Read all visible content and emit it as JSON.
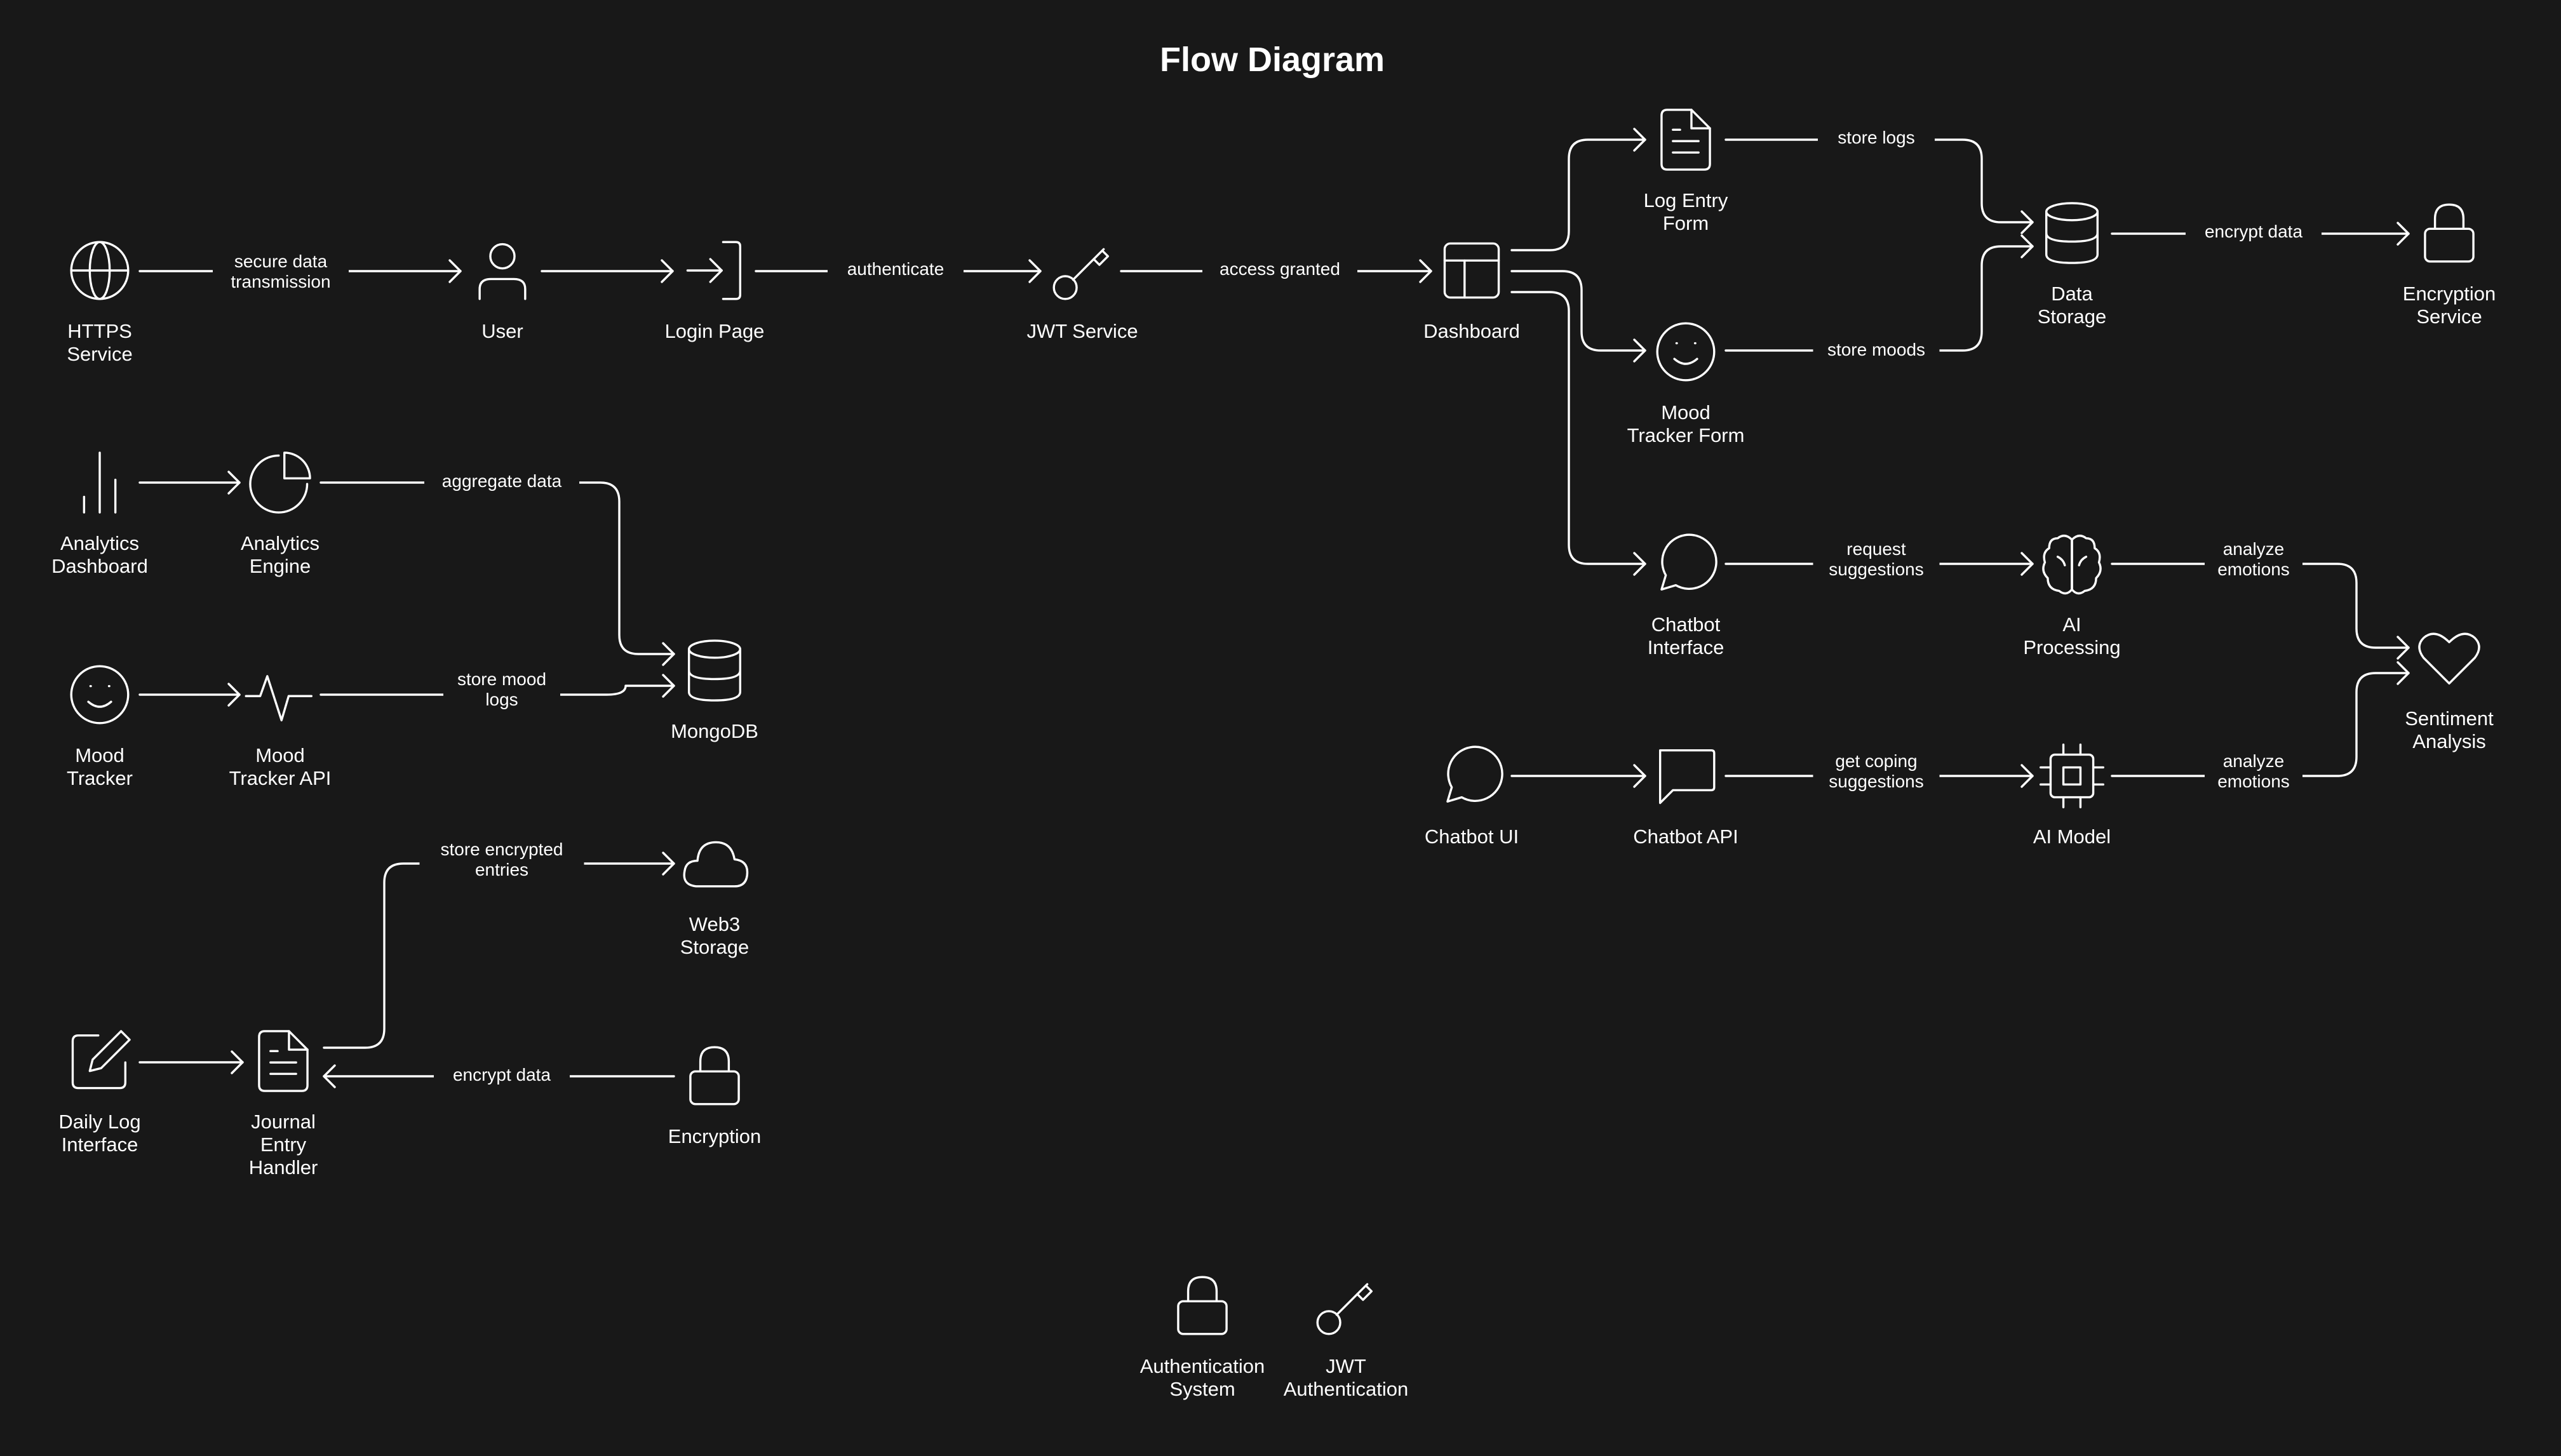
{
  "title": "Flow Diagram",
  "colors": {
    "background": "#181818",
    "stroke": "#ffffff",
    "text": "#ffffff"
  },
  "nodes": [
    {
      "id": "https",
      "icon": "globe-icon",
      "label": [
        "HTTPS",
        "Service"
      ]
    },
    {
      "id": "user",
      "icon": "user-icon",
      "label": [
        "User"
      ]
    },
    {
      "id": "login",
      "icon": "login-icon",
      "label": [
        "Login Page"
      ]
    },
    {
      "id": "jwt",
      "icon": "key-icon",
      "label": [
        "JWT Service"
      ]
    },
    {
      "id": "dashboard",
      "icon": "layout-icon",
      "label": [
        "Dashboard"
      ]
    },
    {
      "id": "logentry",
      "icon": "file-text-icon",
      "label": [
        "Log Entry",
        "Form"
      ]
    },
    {
      "id": "moodform",
      "icon": "smile-icon",
      "label": [
        "Mood",
        "Tracker Form"
      ]
    },
    {
      "id": "chatbot",
      "icon": "message-circle-icon",
      "label": [
        "Chatbot",
        "Interface"
      ]
    },
    {
      "id": "datastore",
      "icon": "database-icon",
      "label": [
        "Data",
        "Storage"
      ]
    },
    {
      "id": "encsvc",
      "icon": "lock-icon",
      "label": [
        "Encryption",
        "Service"
      ]
    },
    {
      "id": "aiproc",
      "icon": "brain-icon",
      "label": [
        "AI",
        "Processing"
      ]
    },
    {
      "id": "sentiment",
      "icon": "heart-icon",
      "label": [
        "Sentiment",
        "Analysis"
      ]
    },
    {
      "id": "chatui",
      "icon": "message-circle-icon",
      "label": [
        "Chatbot UI"
      ]
    },
    {
      "id": "chatapi",
      "icon": "message-square-icon",
      "label": [
        "Chatbot API"
      ]
    },
    {
      "id": "aimodel",
      "icon": "cpu-icon",
      "label": [
        "AI Model"
      ]
    },
    {
      "id": "anadash",
      "icon": "bar-chart-icon",
      "label": [
        "Analytics",
        "Dashboard"
      ]
    },
    {
      "id": "anaeng",
      "icon": "pie-chart-icon",
      "label": [
        "Analytics",
        "Engine"
      ]
    },
    {
      "id": "moodtrk",
      "icon": "smile-icon",
      "label": [
        "Mood",
        "Tracker"
      ]
    },
    {
      "id": "moodapi",
      "icon": "activity-icon",
      "label": [
        "Mood",
        "Tracker API"
      ]
    },
    {
      "id": "mongo",
      "icon": "database-icon",
      "label": [
        "MongoDB"
      ]
    },
    {
      "id": "web3",
      "icon": "cloud-icon",
      "label": [
        "Web3",
        "Storage"
      ]
    },
    {
      "id": "dailylog",
      "icon": "edit-icon",
      "label": [
        "Daily Log",
        "Interface"
      ]
    },
    {
      "id": "journal",
      "icon": "file-text-icon",
      "label": [
        "Journal",
        "Entry",
        "Handler"
      ]
    },
    {
      "id": "encryption",
      "icon": "lock-icon",
      "label": [
        "Encryption"
      ]
    },
    {
      "id": "authsys",
      "icon": "lock-icon",
      "label": [
        "Authentication",
        "System"
      ]
    },
    {
      "id": "jwtauth",
      "icon": "key-icon",
      "label": [
        "JWT",
        "Authentication"
      ]
    }
  ],
  "edges": [
    {
      "id": "https-user",
      "from": "https",
      "to": "user",
      "label": [
        "secure data",
        "transmission"
      ]
    },
    {
      "id": "user-login",
      "from": "user",
      "to": "login",
      "label": []
    },
    {
      "id": "login-jwt",
      "from": "login",
      "to": "jwt",
      "label": [
        "authenticate"
      ]
    },
    {
      "id": "jwt-dashboard",
      "from": "jwt",
      "to": "dashboard",
      "label": [
        "access granted"
      ]
    },
    {
      "id": "dashboard-logentry",
      "from": "dashboard",
      "to": "logentry",
      "label": []
    },
    {
      "id": "dashboard-moodform",
      "from": "dashboard",
      "to": "moodform",
      "label": []
    },
    {
      "id": "dashboard-chatbot",
      "from": "dashboard",
      "to": "chatbot",
      "label": []
    },
    {
      "id": "logentry-datastore",
      "from": "logentry",
      "to": "datastore",
      "label": [
        "store logs"
      ]
    },
    {
      "id": "moodform-datastore",
      "from": "moodform",
      "to": "datastore",
      "label": [
        "store moods"
      ]
    },
    {
      "id": "datastore-encsvc",
      "from": "datastore",
      "to": "encsvc",
      "label": [
        "encrypt data"
      ]
    },
    {
      "id": "chatbot-aiproc",
      "from": "chatbot",
      "to": "aiproc",
      "label": [
        "request",
        "suggestions"
      ]
    },
    {
      "id": "aiproc-sentiment",
      "from": "aiproc",
      "to": "sentiment",
      "label": [
        "analyze",
        "emotions"
      ]
    },
    {
      "id": "chatui-chatapi",
      "from": "chatui",
      "to": "chatapi",
      "label": []
    },
    {
      "id": "chatapi-aimodel",
      "from": "chatapi",
      "to": "aimodel",
      "label": [
        "get coping",
        "suggestions"
      ]
    },
    {
      "id": "aimodel-sentiment",
      "from": "aimodel",
      "to": "sentiment",
      "label": [
        "analyze",
        "emotions"
      ]
    },
    {
      "id": "anadash-anaeng",
      "from": "anadash",
      "to": "anaeng",
      "label": []
    },
    {
      "id": "anaeng-mongo",
      "from": "anaeng",
      "to": "mongo",
      "label": [
        "aggregate data"
      ]
    },
    {
      "id": "moodtrk-moodapi",
      "from": "moodtrk",
      "to": "moodapi",
      "label": []
    },
    {
      "id": "moodapi-mongo",
      "from": "moodapi",
      "to": "mongo",
      "label": [
        "store mood",
        "logs"
      ]
    },
    {
      "id": "dailylog-journal",
      "from": "dailylog",
      "to": "journal",
      "label": []
    },
    {
      "id": "journal-web3",
      "from": "journal",
      "to": "web3",
      "label": [
        "store encrypted",
        "entries"
      ]
    },
    {
      "id": "encryption-journal",
      "from": "encryption",
      "to": "journal",
      "label": [
        "encrypt data"
      ]
    }
  ]
}
